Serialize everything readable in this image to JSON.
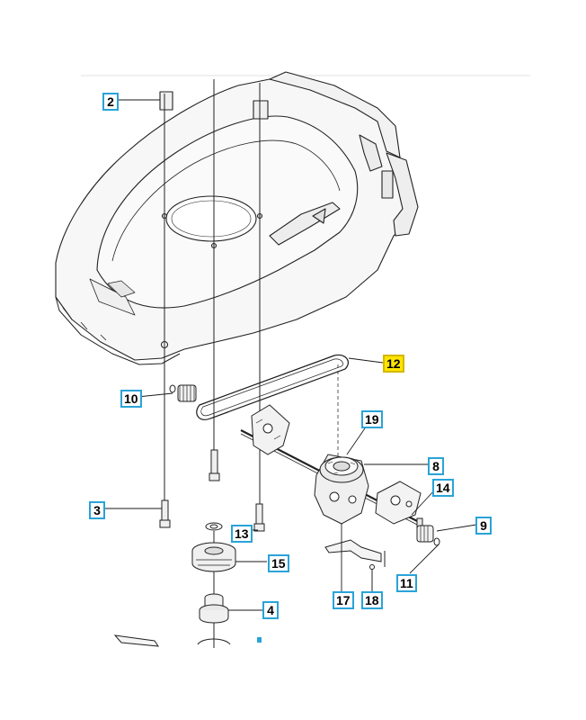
{
  "diagram": {
    "type": "exploded parts view",
    "subject": "lawn mower deck drive assembly",
    "colors": {
      "callout_border": "#2aa3d8",
      "highlight_fill": "#ffe400",
      "line": "#1a1a1a",
      "part_fill": "#f4f4f4"
    },
    "callouts": [
      {
        "id": "c2",
        "label": "2"
      },
      {
        "id": "c10",
        "label": "10"
      },
      {
        "id": "c3",
        "label": "3"
      },
      {
        "id": "c12",
        "label": "12",
        "highlighted": true
      },
      {
        "id": "c19",
        "label": "19"
      },
      {
        "id": "c8",
        "label": "8"
      },
      {
        "id": "c14",
        "label": "14"
      },
      {
        "id": "c9",
        "label": "9"
      },
      {
        "id": "c13",
        "label": "13"
      },
      {
        "id": "c15",
        "label": "15"
      },
      {
        "id": "c11",
        "label": "11"
      },
      {
        "id": "c4",
        "label": "4"
      },
      {
        "id": "c17",
        "label": "17"
      },
      {
        "id": "c18",
        "label": "18"
      }
    ]
  }
}
